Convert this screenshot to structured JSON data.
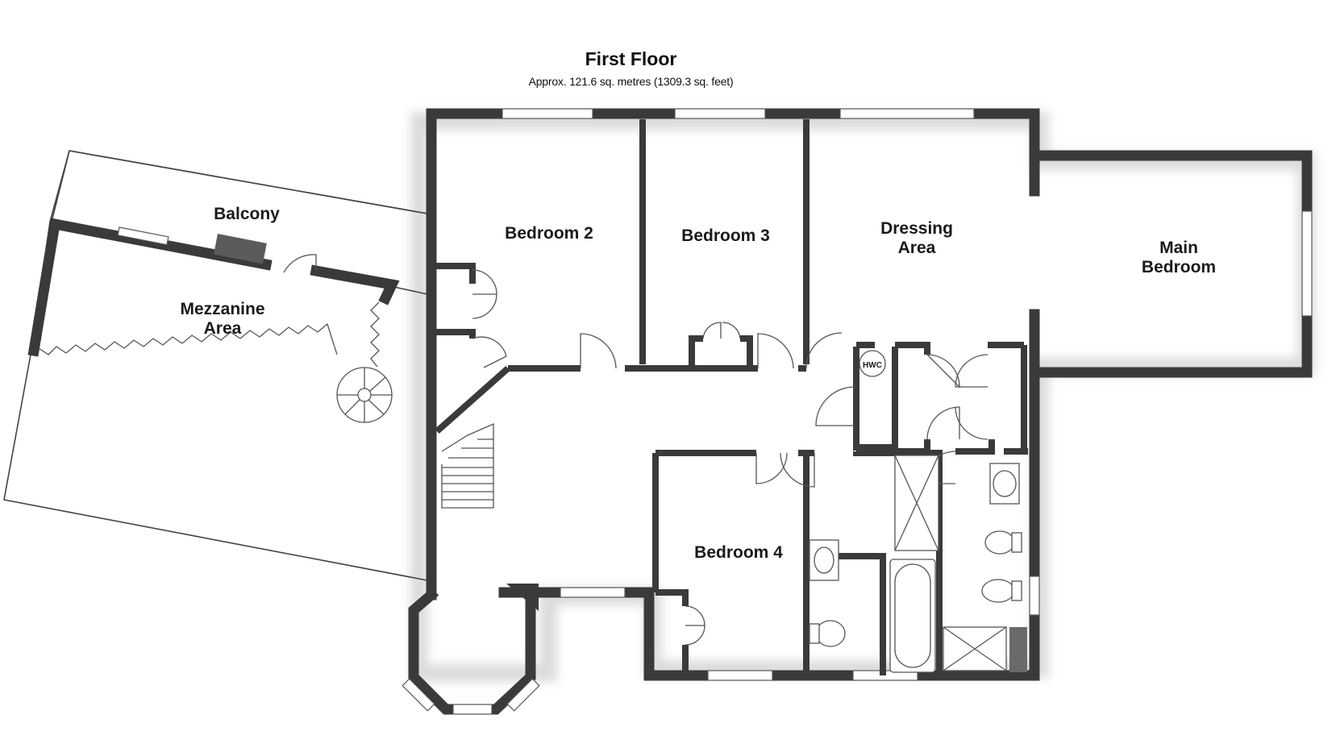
{
  "header": {
    "title": "First Floor",
    "area": "Approx. 121.6 sq. metres (1309.3 sq. feet)"
  },
  "rooms": {
    "balcony": "Balcony",
    "mezzanine_line1": "Mezzanine",
    "mezzanine_line2": "Area",
    "bedroom2": "Bedroom 2",
    "bedroom3": "Bedroom 3",
    "dressing_line1": "Dressing",
    "dressing_line2": "Area",
    "main_line1": "Main",
    "main_line2": "Bedroom",
    "bedroom4": "Bedroom 4",
    "hwc": "HWC"
  },
  "colors": {
    "wall": "#3a3a3d",
    "background": "#ffffff",
    "shadow": "#d9d9d9"
  }
}
